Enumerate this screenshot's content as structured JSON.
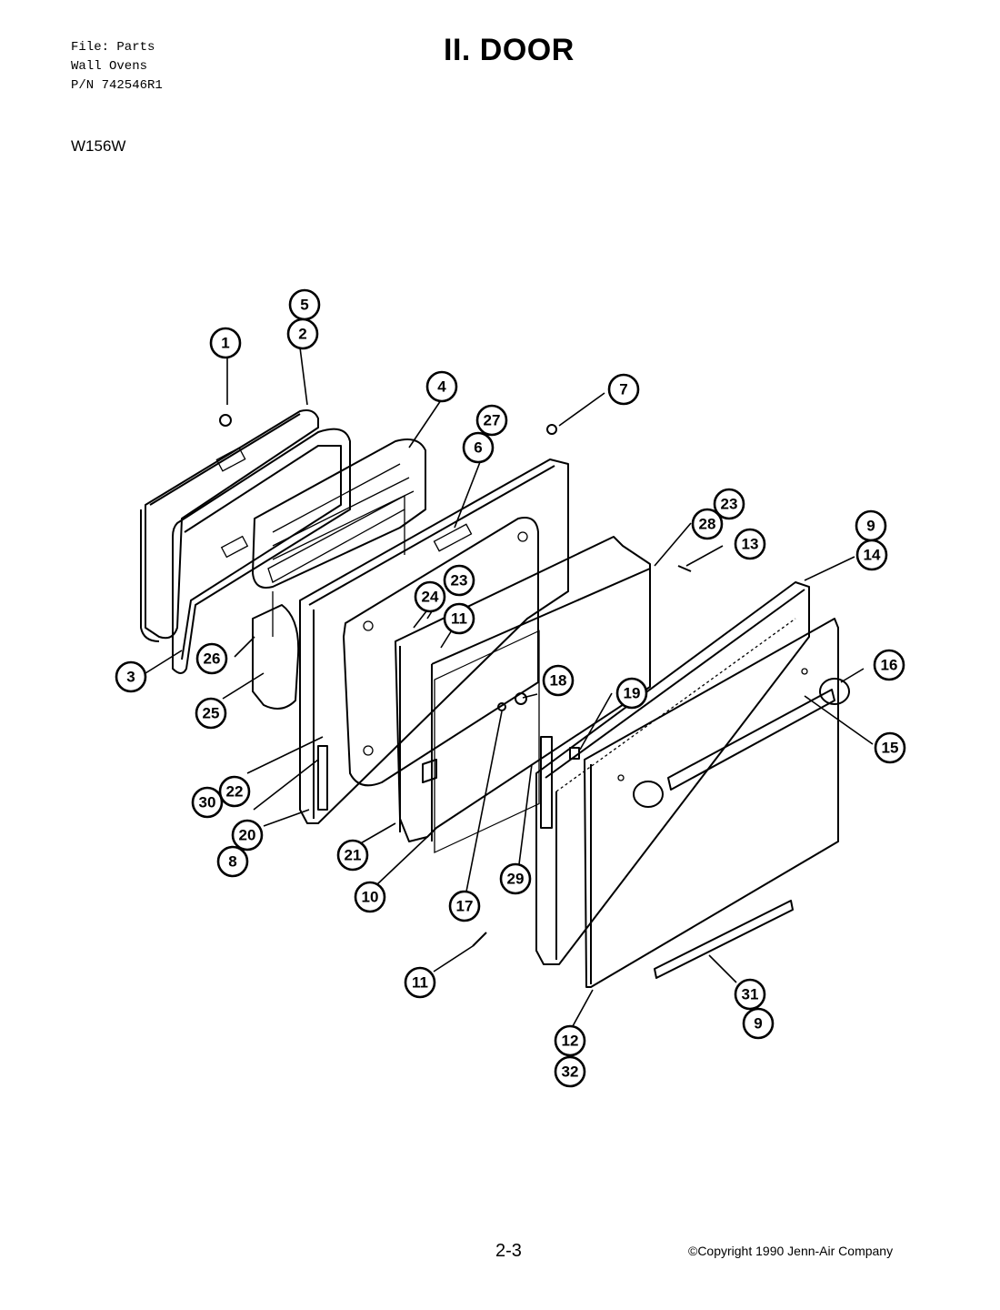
{
  "header": {
    "file_lines": [
      "File: Parts",
      "Wall Ovens",
      "P/N 742546R1"
    ],
    "title": "II. DOOR",
    "model": "W156W"
  },
  "footer": {
    "page_number": "2-3",
    "copyright": "©Copyright 1990 Jenn-Air Company"
  },
  "callouts": {
    "c1": "1",
    "c2": "2",
    "c3": "3",
    "c4": "4",
    "c5": "5",
    "c6": "6",
    "c7": "7",
    "c8": "8",
    "c9a": "9",
    "c9b": "9",
    "c10": "10",
    "c11a": "11",
    "c11b": "11",
    "c12": "12",
    "c13": "13",
    "c14": "14",
    "c15": "15",
    "c16": "16",
    "c17": "17",
    "c18": "18",
    "c19": "19",
    "c20": "20",
    "c21": "21",
    "c22": "22",
    "c23a": "23",
    "c23b": "23",
    "c24": "24",
    "c25": "25",
    "c26": "26",
    "c27": "27",
    "c28": "28",
    "c29": "29",
    "c30": "30",
    "c31": "31",
    "c32": "32"
  }
}
